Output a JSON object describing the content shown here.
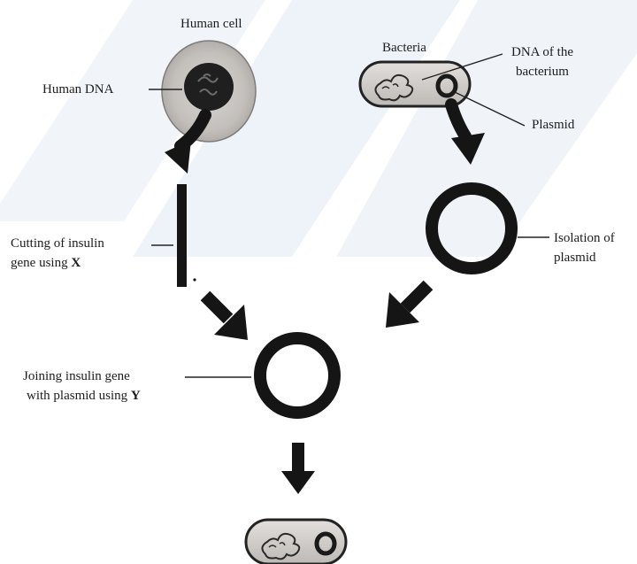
{
  "labels": {
    "human_cell": "Human cell",
    "human_dna": "Human DNA",
    "bacteria": "Bacteria",
    "dna_bacterium_1": "DNA of the",
    "dna_bacterium_2": "bacterium",
    "plasmid": "Plasmid",
    "cutting_1": "Cutting of insulin",
    "cutting_2a": "gene using ",
    "cutting_2b": "X",
    "isolation_1": "Isolation of",
    "isolation_2": "plasmid",
    "joining_1": "Joining insulin gene",
    "joining_2a": "with plasmid using ",
    "joining_2b": "Y"
  },
  "colors": {
    "ink": "#151515",
    "cell_fill": "#c9c6c2",
    "cell_edge": "#8a8784",
    "nucleus": "#2a2a2a",
    "bacterium_fill": "#d4d1ce",
    "background_band": "#eef3f9"
  }
}
